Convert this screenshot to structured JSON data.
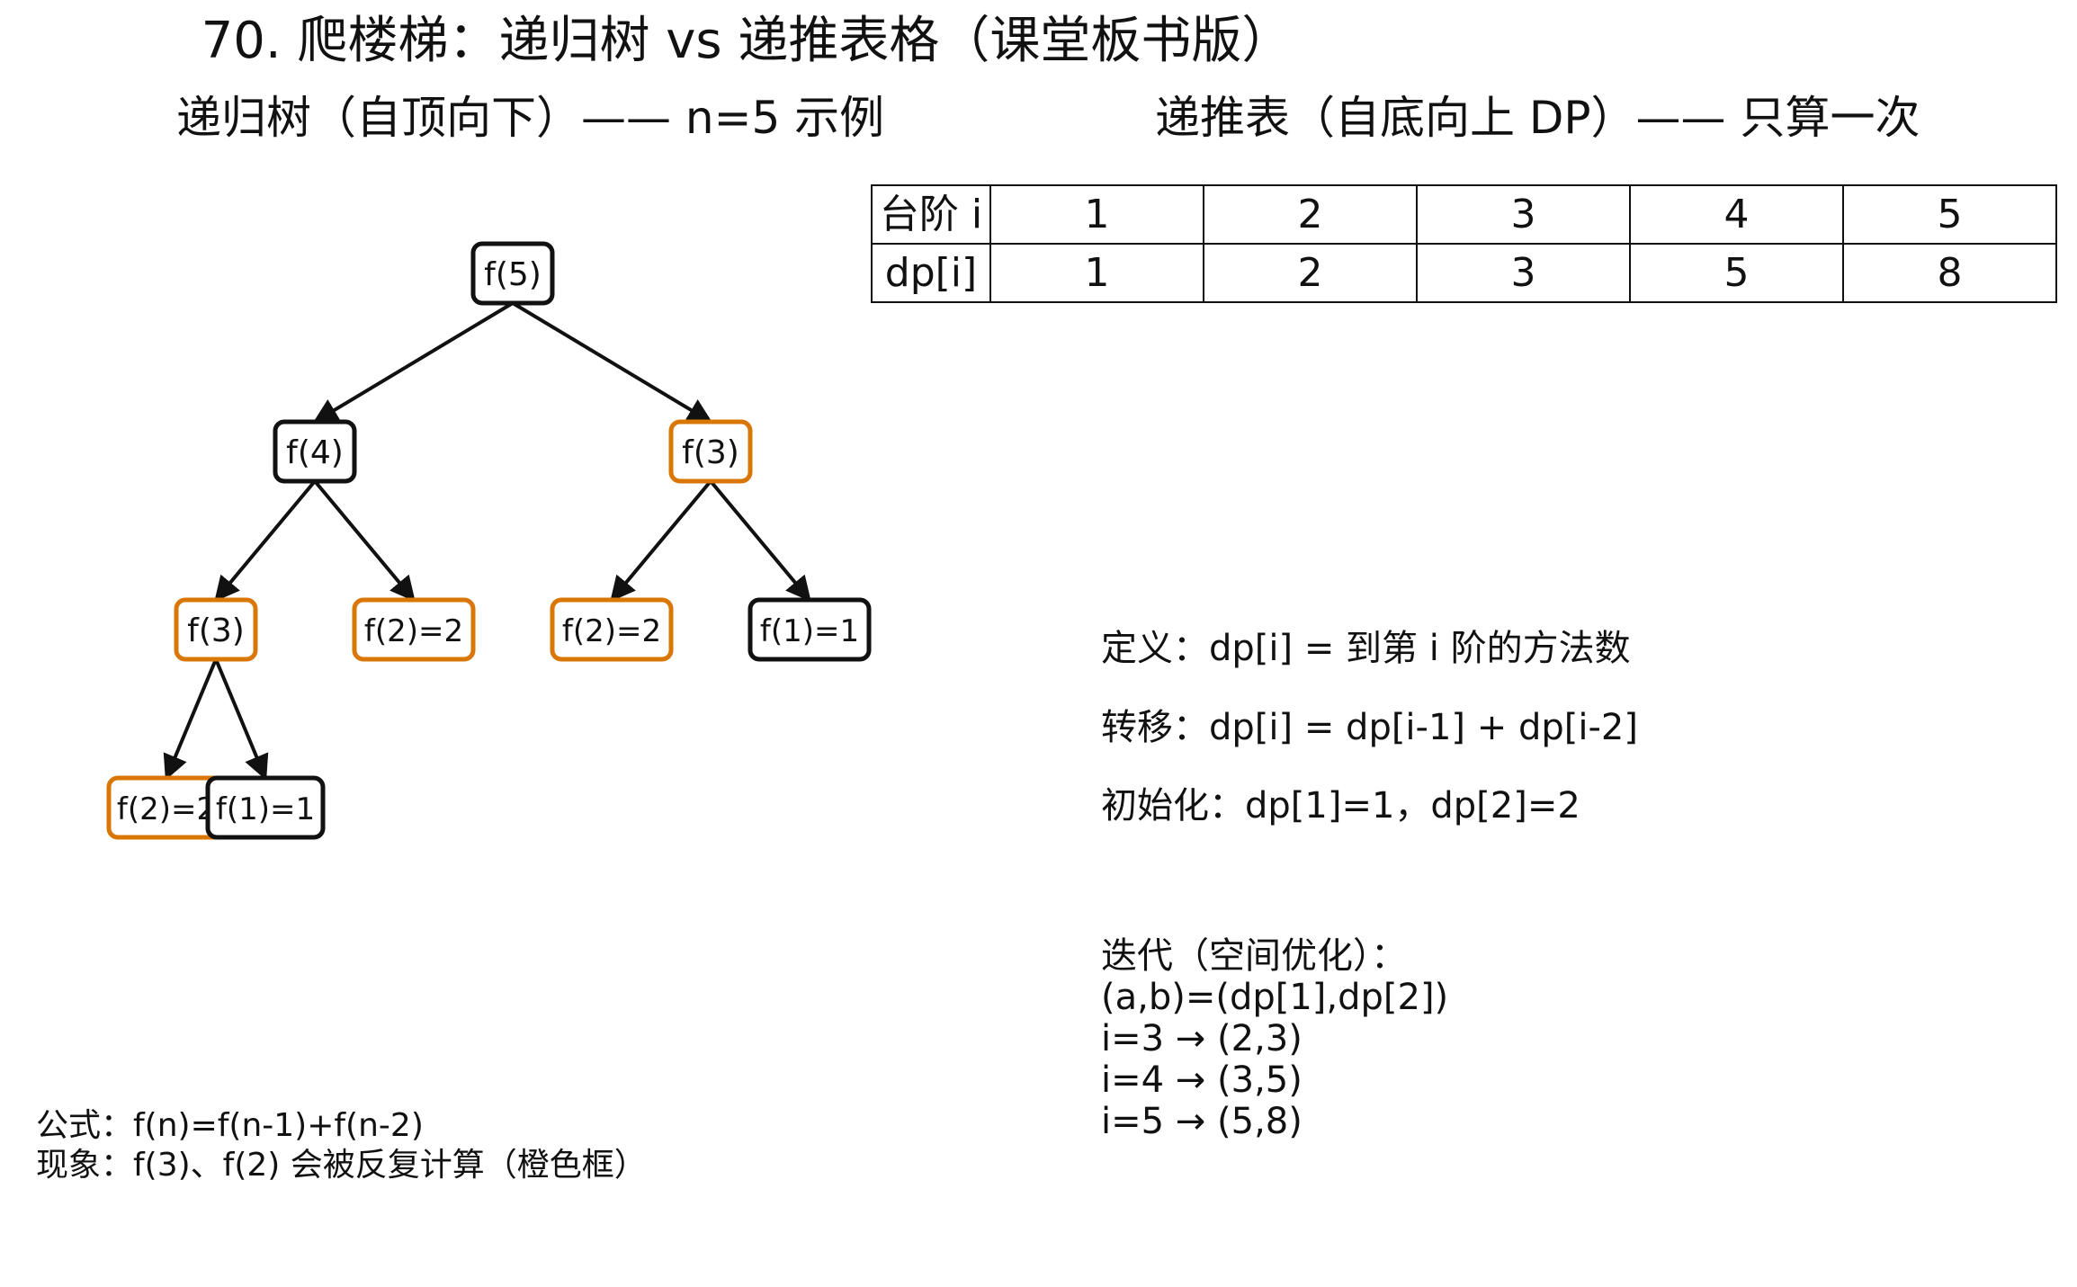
{
  "title": "70. 爬楼梯：递归树 vs 递推表格（课堂板书版）",
  "tree_subtitle": "递归树（自顶向下）—— n=5 示例",
  "table_subtitle": "递推表（自底向上 DP）—— 只算一次",
  "colors": {
    "repeated": "#d97706",
    "normal": "#111111"
  },
  "tree": {
    "nodes": [
      {
        "id": "f5",
        "label": "f(5)",
        "repeated": false
      },
      {
        "id": "f4",
        "label": "f(4)",
        "repeated": false
      },
      {
        "id": "f3a",
        "label": "f(3)",
        "repeated": true
      },
      {
        "id": "f3b",
        "label": "f(3)",
        "repeated": true
      },
      {
        "id": "f2a",
        "label": "f(2)=2",
        "repeated": true
      },
      {
        "id": "f2b",
        "label": "f(2)=2",
        "repeated": true
      },
      {
        "id": "f1a",
        "label": "f(1)=1",
        "repeated": false
      },
      {
        "id": "f2c",
        "label": "f(2)=2",
        "repeated": true
      },
      {
        "id": "f1b",
        "label": "f(1)=1",
        "repeated": false
      }
    ],
    "edges": [
      [
        "f5",
        "f4"
      ],
      [
        "f5",
        "f3a"
      ],
      [
        "f4",
        "f3b"
      ],
      [
        "f4",
        "f2a"
      ],
      [
        "f3a",
        "f2b"
      ],
      [
        "f3a",
        "f1a"
      ],
      [
        "f3b",
        "f2c"
      ],
      [
        "f3b",
        "f1b"
      ]
    ]
  },
  "table": {
    "row_headers": [
      "台阶 i",
      "dp[i]"
    ],
    "steps": [
      "1",
      "2",
      "3",
      "4",
      "5"
    ],
    "dp": [
      "1",
      "2",
      "3",
      "5",
      "8"
    ]
  },
  "definition": "定义：dp[i] = 到第 i 阶的方法数",
  "transition": "转移：dp[i] = dp[i-1] + dp[i-2]",
  "initialization": "初始化：dp[1]=1，dp[2]=2",
  "iteration": {
    "heading": "迭代（空间优化）：",
    "lines": [
      "(a,b)=(dp[1],dp[2])",
      "i=3 → (2,3)",
      "i=4 → (3,5)",
      "i=5 → (5,8)"
    ]
  },
  "formula": {
    "line1": "公式：f(n)=f(n-1)+f(n-2)",
    "line2": "现象：f(3)、f(2) 会被反复计算（橙色框）"
  }
}
